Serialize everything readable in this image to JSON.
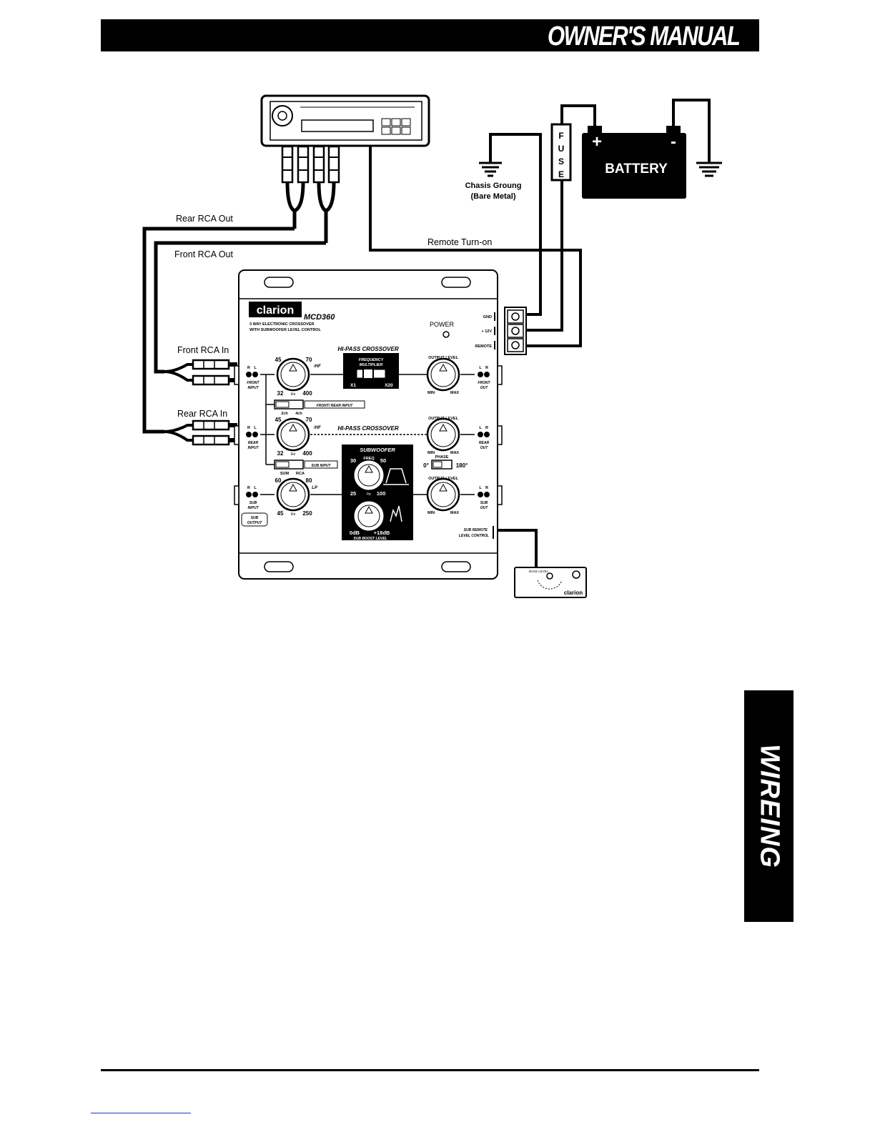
{
  "header": {
    "title": "OWNER'S MANUAL"
  },
  "side_tab": {
    "label": "WIREING"
  },
  "diagram": {
    "wire_labels": {
      "rear_rca_out": "Rear RCA Out",
      "front_rca_out": "Front RCA Out",
      "remote_turn_on": "Remote Turn-on",
      "front_rca_in": "Front RCA In",
      "rear_rca_in": "Rear RCA In"
    },
    "chassis_ground": {
      "line1": "Chasis Groung",
      "line2": "(Bare Metal)"
    },
    "battery": {
      "label": "BATTERY",
      "plus": "+",
      "minus": "-"
    },
    "fuse": {
      "letters": [
        "F",
        "U",
        "S",
        "E"
      ]
    },
    "unit": {
      "brand": "clarion",
      "model": "MCD360",
      "desc_line1": "3 WAY ELECTRONIC CROSSOVER",
      "desc_line2": "WITH SUBWOOFER LEVEL CONTROL",
      "power": "POWER",
      "terminals": {
        "gnd": "GND",
        "v12": "+ 12V",
        "remote": "REMOTE"
      },
      "hipass_title": "HI-PASS CROSSOVER",
      "freq_mult": {
        "line1": "FREQUENCY",
        "line2": "MULTIPLIER",
        "x1": "X1",
        "x20": "X20"
      },
      "front_knob": {
        "top_left": "45",
        "top_right": "70",
        "slope": "/HF",
        "bottom_left": "32",
        "unit": "Hz",
        "bottom_right": "400"
      },
      "rear_knob": {
        "top_left": "45",
        "top_right": "70",
        "slope": "/HF",
        "bottom_left": "32",
        "unit": "Hz",
        "bottom_right": "400"
      },
      "sub_knob": {
        "top_left": "60",
        "top_right": "80",
        "slope": "LP",
        "bottom_left": "45",
        "unit": "Hz",
        "bottom_right": "250"
      },
      "output_level": "OUTPUT LEVEL",
      "min": "MIN",
      "max": "MAX",
      "front_input": {
        "r": "R",
        "l": "L",
        "line1": "FRONT",
        "line2": "INPUT"
      },
      "rear_input": {
        "r": "R",
        "l": "L",
        "line1": "REAR",
        "line2": "INPUT"
      },
      "sub_input": {
        "r": "R",
        "l": "L",
        "line1": "SUB",
        "line2": "INPUT"
      },
      "sub_output_box": {
        "line1": "SUB",
        "line2": "OUTPUT"
      },
      "front_out": {
        "l": "L",
        "r": "R",
        "line1": "FRONT",
        "line2": "OUT"
      },
      "rear_out": {
        "l": "L",
        "r": "R",
        "line1": "REAR",
        "line2": "OUT"
      },
      "sub_out": {
        "l": "L",
        "r": "R",
        "line1": "SUB",
        "line2": "OUT"
      },
      "front_rear_switch": {
        "opt1": "2ch",
        "opt2": "4ch",
        "label": "FRONT/ REAR INPUT"
      },
      "sub_switch": {
        "opt1": "SUM",
        "opt2": "RCA",
        "label": "SUB INPUT"
      },
      "phase": {
        "label": "PHASE",
        "zero": "0°",
        "one_eighty": "180°"
      },
      "subwoofer": {
        "title": "SUBWOOFER",
        "freq": "FREQ",
        "f30": "30",
        "f50": "50",
        "f25": "25",
        "unit": "Hz",
        "f100": "100",
        "db0": "0dB",
        "db18": "+18dB",
        "boost": "SUB BOOST LEVEL"
      },
      "sub_remote": {
        "line1": "SUB REMOTE",
        "line2": "LEVEL CONTROL"
      }
    },
    "remote_control": {
      "label": "BASS LEVEL",
      "brand": "clarion"
    }
  },
  "colors": {
    "ink": "#000000",
    "paper": "#ffffff",
    "link": "#1a3bbd"
  }
}
